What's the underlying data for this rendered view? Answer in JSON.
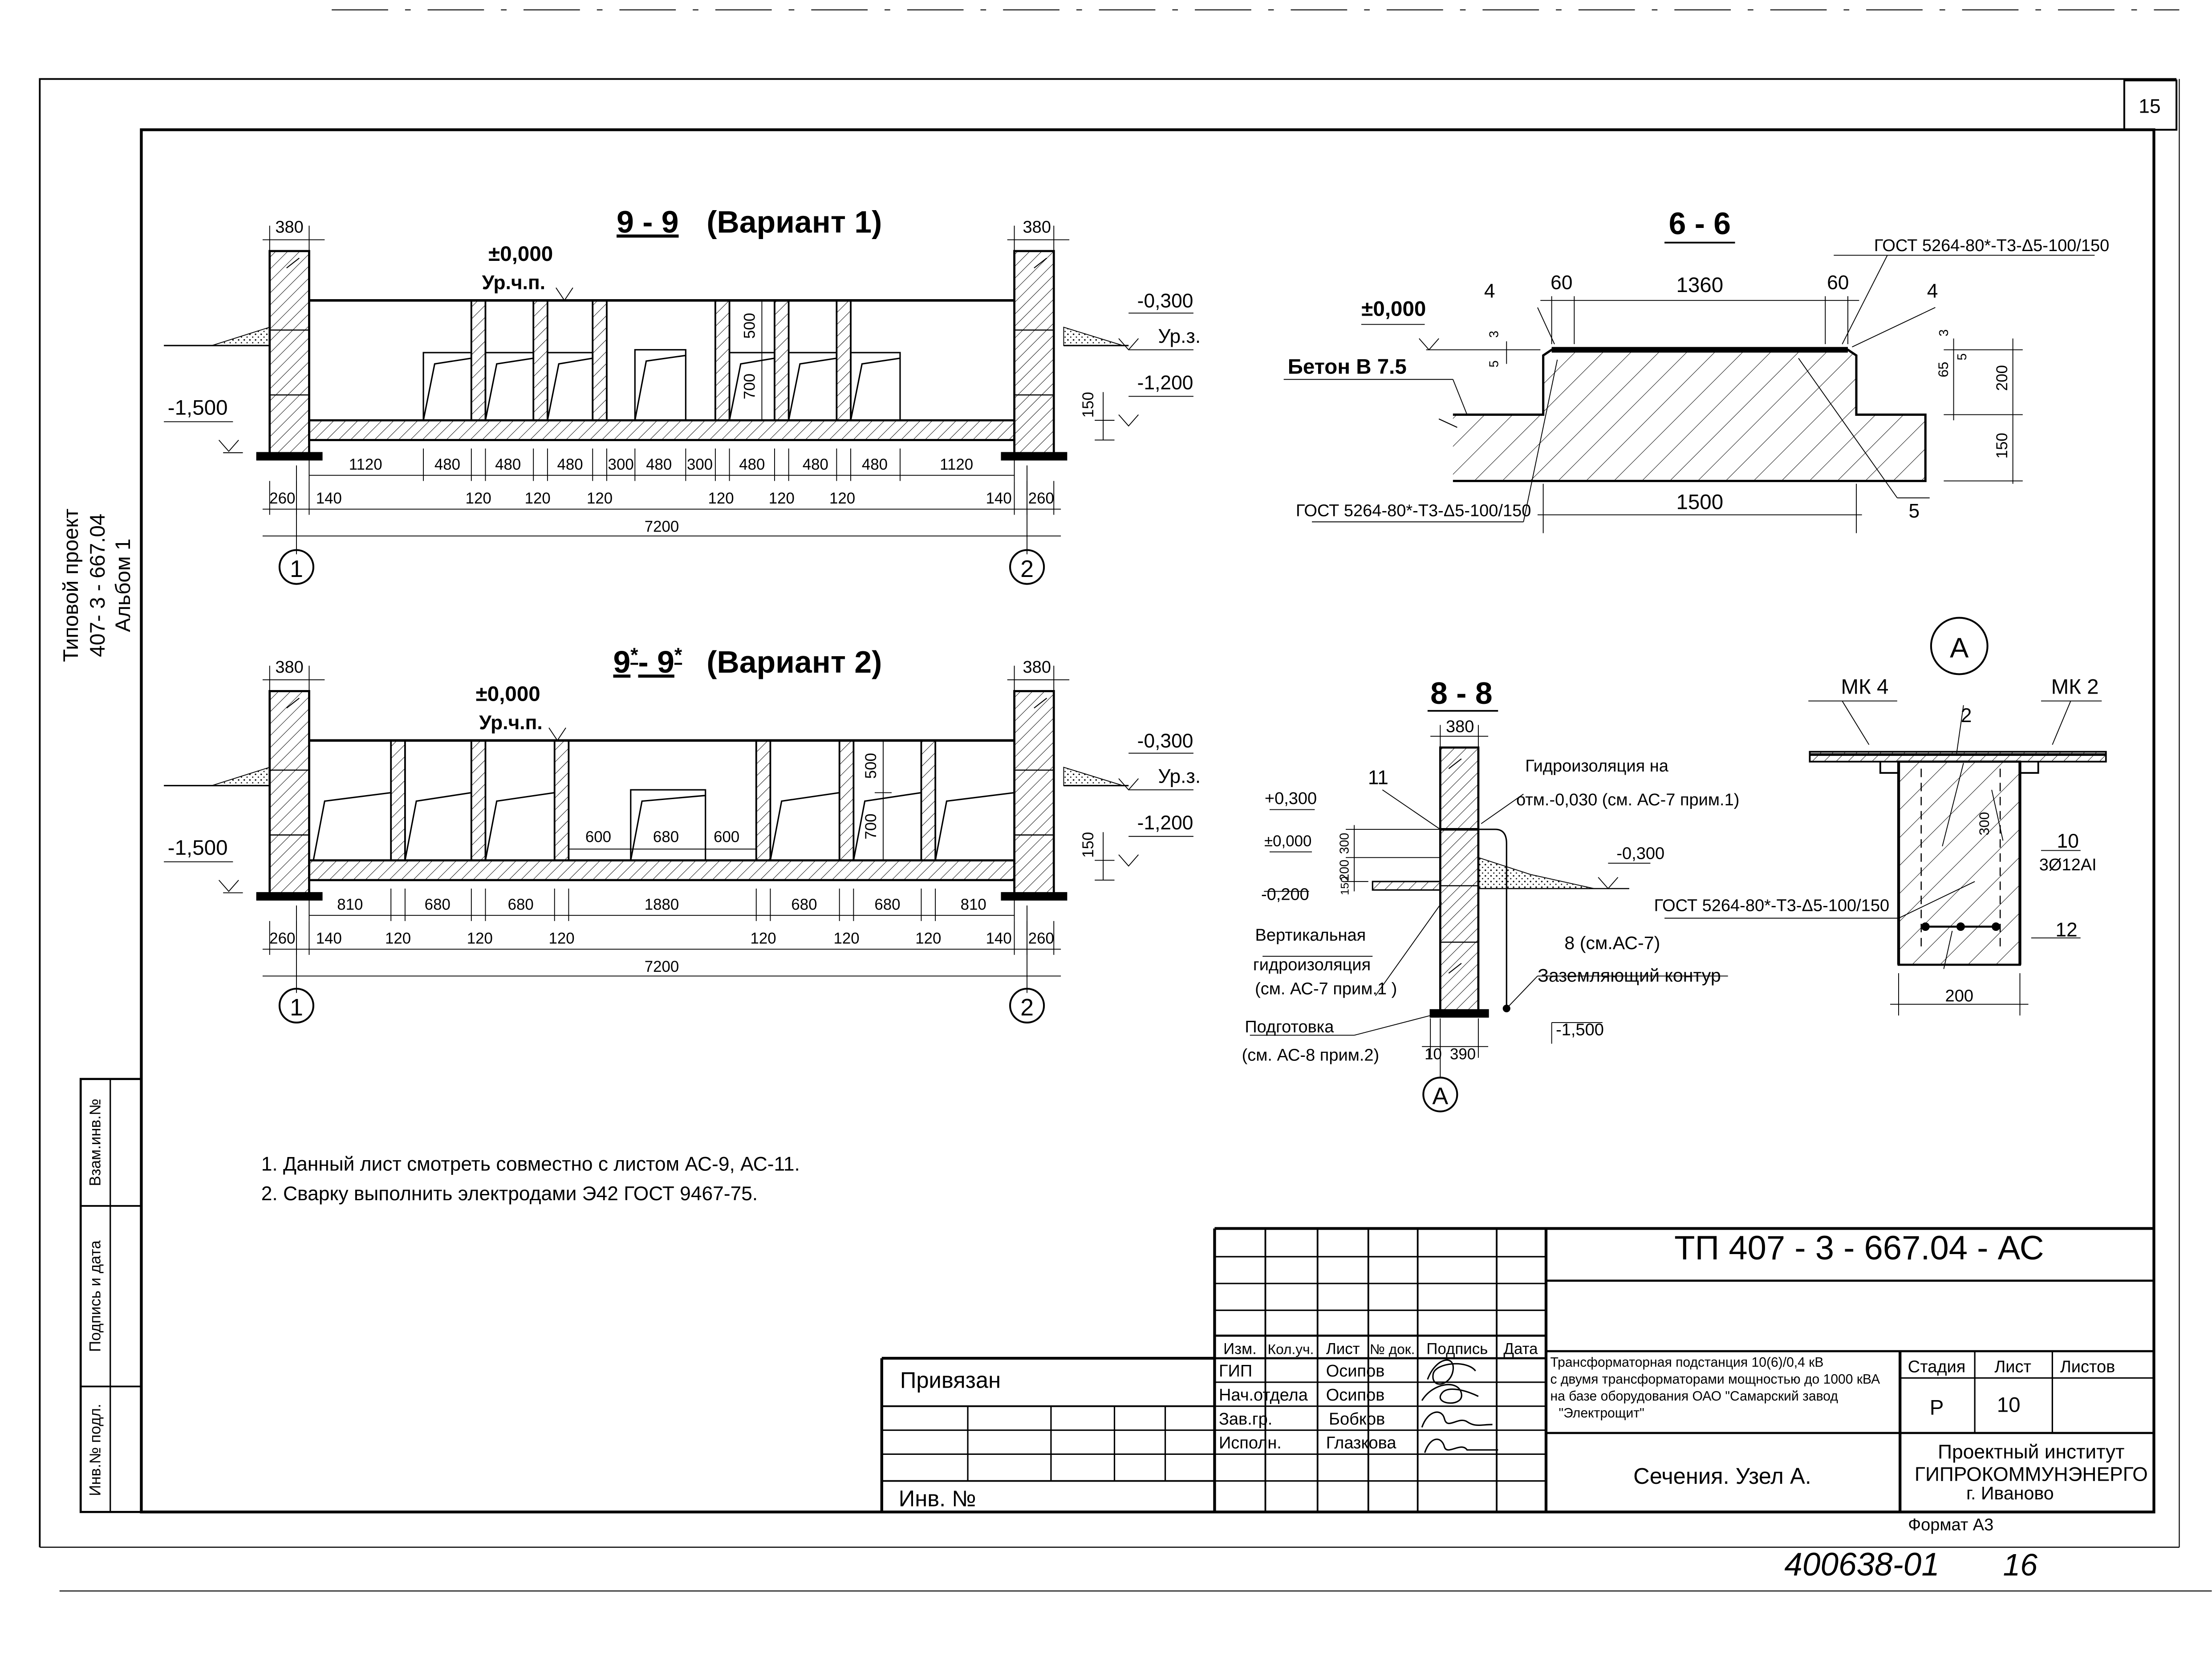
{
  "sheet_number": "15",
  "side_stamp": {
    "line1": "Типовой проект",
    "line2": "407- 3 - 667.04",
    "line3": "Альбом 1"
  },
  "left_strip": {
    "inv": "Взам.инв.№",
    "sign": "Подпись и дата",
    "orig": "Инв.№ подл."
  },
  "section_9_9": {
    "title": "9 - 9",
    "variant": "(Вариант 1)",
    "wall_thickness": "380",
    "level_zero": "±0,000",
    "floor_label": "Ур.ч.п.",
    "ground_level": "-0,300",
    "ground_label": "Ур.з.",
    "left_level": "-1,500",
    "right_level": "-1,200",
    "slab": "150",
    "d500": "500",
    "d700": "700",
    "dims_top": [
      "1120",
      "480",
      "480",
      "480",
      "300",
      "480",
      "300",
      "480",
      "480",
      "480",
      "1120"
    ],
    "dims_bottom": [
      "260",
      "140",
      "120",
      "120",
      "120",
      "120",
      "120",
      "120",
      "140",
      "260"
    ],
    "total": "7200",
    "axis_left": "1",
    "axis_right": "2"
  },
  "section_9s_9s": {
    "title_a": "9",
    "title_b": "- 9",
    "star": "*",
    "variant": "(Вариант 2)",
    "wall_thickness": "380",
    "level_zero": "±0,000",
    "floor_label": "Ур.ч.п.",
    "ground_level": "-0,300",
    "ground_label": "Ур.з.",
    "left_level": "-1,500",
    "right_level": "-1,200",
    "slab": "150",
    "d500": "500",
    "d700": "700",
    "inner_dims": [
      "600",
      "680",
      "600"
    ],
    "dims_top": [
      "810",
      "680",
      "680",
      "1880",
      "680",
      "680",
      "810"
    ],
    "dims_bottom": [
      "260",
      "140",
      "120",
      "120",
      "120",
      "120",
      "120",
      "120",
      "140",
      "260"
    ],
    "total": "7200",
    "axis_left": "1",
    "axis_right": "2"
  },
  "section_6_6": {
    "title": "6 - 6",
    "gost_top": "ГОСТ 5264-80*-Т3-",
    "gost_top_tail": "5-100/150",
    "level": "±0,000",
    "concrete": "Бетон В 7.5",
    "d60a": "60",
    "d1360": "1360",
    "d60b": "60",
    "pos4a": "4",
    "pos4b": "4",
    "d3a": "3",
    "d5a": "5",
    "d3b": "3",
    "d5b": "5",
    "d65": "65",
    "d200": "200",
    "d150": "150",
    "d1500": "1500",
    "pos5": "5",
    "gost_bottom": "ГОСТ 5264-80*-Т3-",
    "gost_bottom_tail": "5-100/150"
  },
  "section_8_8": {
    "title": "8 - 8",
    "d380": "380",
    "pos11": "11",
    "waterproof_1": "Гидроизоляция на",
    "waterproof_2": "отм.-0,030 (см. АС-7 прим.1)",
    "lvl_p300": "+0,300",
    "lvl_0": "±0,000",
    "lvl_m200": "-0,200",
    "lvl_m300": "-0,300",
    "d300": "300",
    "d200": "200",
    "d150": "150",
    "vert_1": "Вертикальная",
    "vert_2": "гидроизоляция",
    "vert_3": "(см. АС-7 прим.1 )",
    "ground_1": "8 (см.АС-7)",
    "ground_2": "Заземляющий контур",
    "lvl_m1500": "-1,500",
    "prep_1": "Подготовка",
    "prep_2": "(см. АС-8 прим.2)",
    "d10": "10",
    "d390": "390",
    "callout": "А"
  },
  "node_a": {
    "callout": "А",
    "mk4": "МК 4",
    "mk2": "МК 2",
    "pos2": "2",
    "d300": "300",
    "pos10": "10",
    "rebar": "3Ø12АI",
    "gost": "ГОСТ 5264-80*-Т3-",
    "gost_tail": "5-100/150",
    "pos12": "12",
    "d200": "200"
  },
  "notes": [
    "1. Данный лист смотреть совместно с листом  АС-9, АС-11.",
    "2. Сварку выполнить электродами Э42 ГОСТ 9467-75."
  ],
  "title_block": {
    "code": "ТП   407 - 3 - 667.04  - АС",
    "headers": [
      "Изм.",
      "Кол.уч.",
      "Лист",
      "№ док.",
      "Подпись",
      "Дата"
    ],
    "roles": [
      "ГИП",
      "Нач.отдела",
      "Зав.гр.",
      "Исполн."
    ],
    "names": [
      "Осипов",
      "Осипов",
      "Бобков",
      "Глазкова"
    ],
    "desc": [
      "Трансформаторная подстанция 10(6)/0,4 кВ",
      "с двумя трансформаторами мощностью до 1000 кВА",
      "на базе оборудования ОАО \"Самарский завод",
      "\"Электрощит\""
    ],
    "stage_label": "Стадия",
    "sheet_label": "Лист",
    "sheets_label": "Листов",
    "stage": "Р",
    "sheet": "10",
    "sheet_name": "Сечения. Узел А.",
    "org_1": "Проектный институт",
    "org_2": "ГИПРОКОММУНЭНЕРГО",
    "org_3": "г. Иваново",
    "privyazan": "Привязан",
    "inv": "Инв. №",
    "format": "Формат А3"
  },
  "handwritten": "400638-01",
  "handwritten_page": "16"
}
